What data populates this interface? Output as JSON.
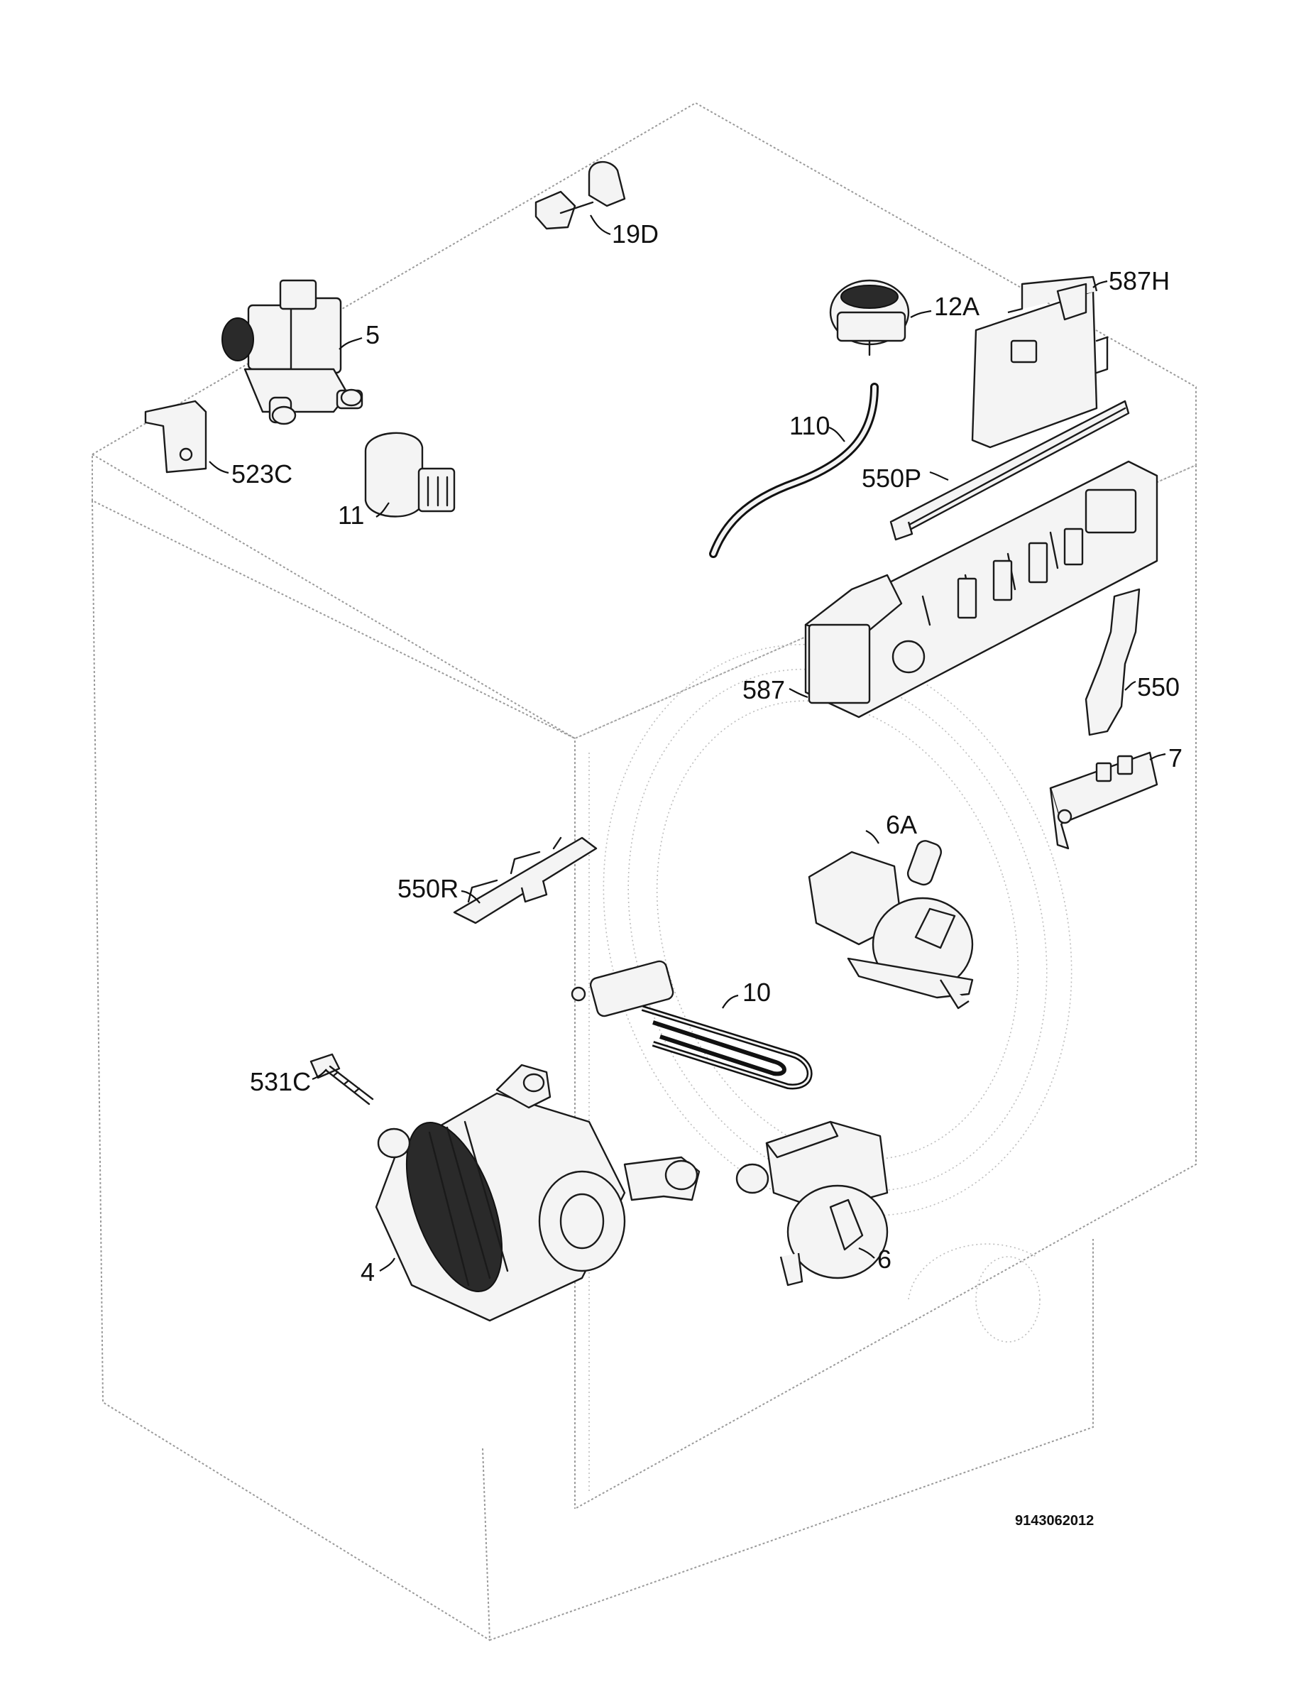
{
  "labels": {
    "p19D": "19D",
    "p5": "5",
    "p12A": "12A",
    "p587H": "587H",
    "p523C": "523C",
    "p110": "110",
    "p11": "11",
    "p550P": "550P",
    "p587": "587",
    "p550": "550",
    "p7": "7",
    "p6A": "6A",
    "p550R": "550R",
    "p10": "10",
    "p531C": "531C",
    "p4": "4",
    "p6": "6"
  },
  "drawing_code": "9143062012"
}
